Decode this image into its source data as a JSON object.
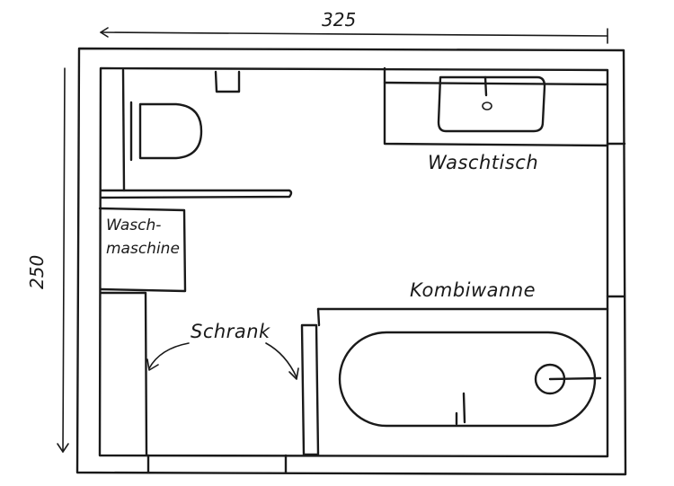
{
  "dimensions": {
    "width": "325",
    "height": "250"
  },
  "labels": {
    "washbasin": "Waschtisch",
    "washing_machine_line1": "Wasch-",
    "washing_machine_line2": "maschine",
    "combi_tub": "Kombiwanne",
    "cabinet": "Schrank"
  },
  "colors": {
    "ink": "#1a1a1a",
    "paper": "#ffffff"
  }
}
